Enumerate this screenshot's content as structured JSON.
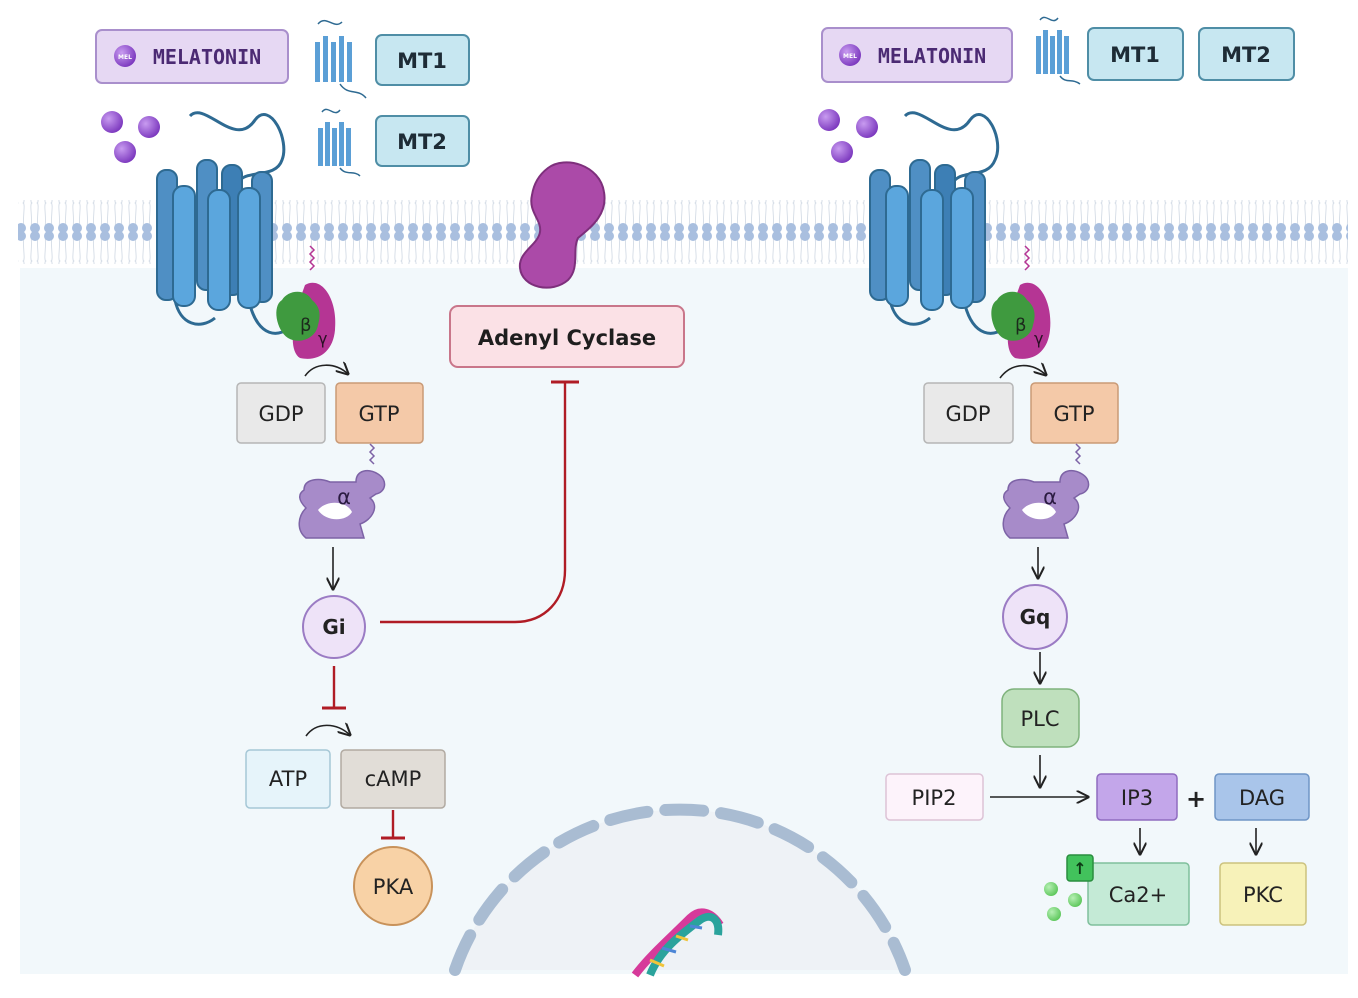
{
  "legend": {
    "left": {
      "melatonin_badge": "MEL",
      "melatonin_label": "MELATONIN",
      "mt1_label": "MT1",
      "mt2_label": "MT2"
    },
    "right": {
      "melatonin_badge": "MEL",
      "melatonin_label": "MELATONIN",
      "mt1_label": "MT1",
      "mt2_label": "MT2"
    }
  },
  "membrane": {
    "adenyl_cyclase_label": "Adenyl Cyclase"
  },
  "left_pathway": {
    "beta": "β",
    "gamma": "γ",
    "gdp": "GDP",
    "gtp": "GTP",
    "alpha": "α",
    "gi": "Gi",
    "atp": "ATP",
    "camp": "cAMP",
    "pka": "PKA"
  },
  "right_pathway": {
    "beta": "β",
    "gamma": "γ",
    "gdp": "GDP",
    "gtp": "GTP",
    "alpha": "α",
    "gq": "Gq",
    "plc": "PLC",
    "pip2": "PIP2",
    "ip3": "IP3",
    "plus": "+",
    "dag": "DAG",
    "ca_up": "↑",
    "ca": "Ca2+",
    "pkc": "PKC"
  },
  "colors": {
    "cytoplasm": "#f2f8fb",
    "lipid_head": "#a9bfdf",
    "receptor": "#5b9fd6",
    "receptor_dark": "#2e6a92",
    "melatonin": "#8b46c9",
    "beta_subunit": "#3f9a3f",
    "gamma_subunit": "#b53594",
    "adenyl_cyclase": "#ab4aa8",
    "alpha_subunit": "#a78bc9",
    "inhibition": "#b01c25",
    "label_box_fill": "#c7e7f1",
    "melatonin_box_fill": "#e6d8f3"
  }
}
